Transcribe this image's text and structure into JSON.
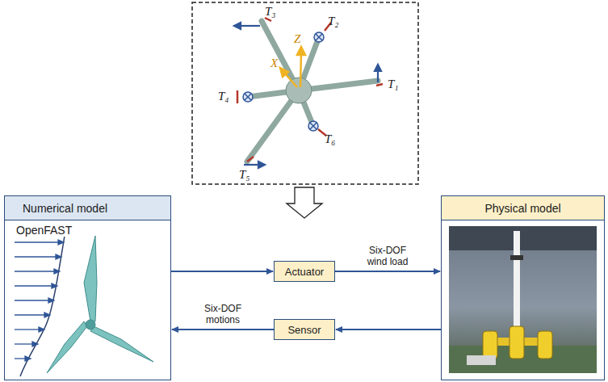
{
  "diagram": {
    "nodes": [
      {
        "text": [
          "Numerical model",
          "OpenFAST"
        ]
      },
      {
        "text": [
          "Actuator"
        ]
      },
      {
        "text": [
          "Sensor"
        ]
      },
      {
        "text": [
          "Physical model"
        ]
      }
    ],
    "edges": [
      {
        "from": 0,
        "to": 1,
        "arrow": "to"
      },
      {
        "from": 1,
        "to": 3,
        "label": "Six-DOF wind load",
        "arrow": "to"
      },
      {
        "from": 3,
        "to": 2,
        "arrow": "to"
      },
      {
        "from": 2,
        "to": 0,
        "label": "Six-DOF motions",
        "arrow": "to"
      }
    ],
    "labels": [
      "T₃",
      "T₂",
      "T₁",
      "T₄",
      "T₆",
      "T₅",
      "Z",
      "X"
    ]
  }
}
